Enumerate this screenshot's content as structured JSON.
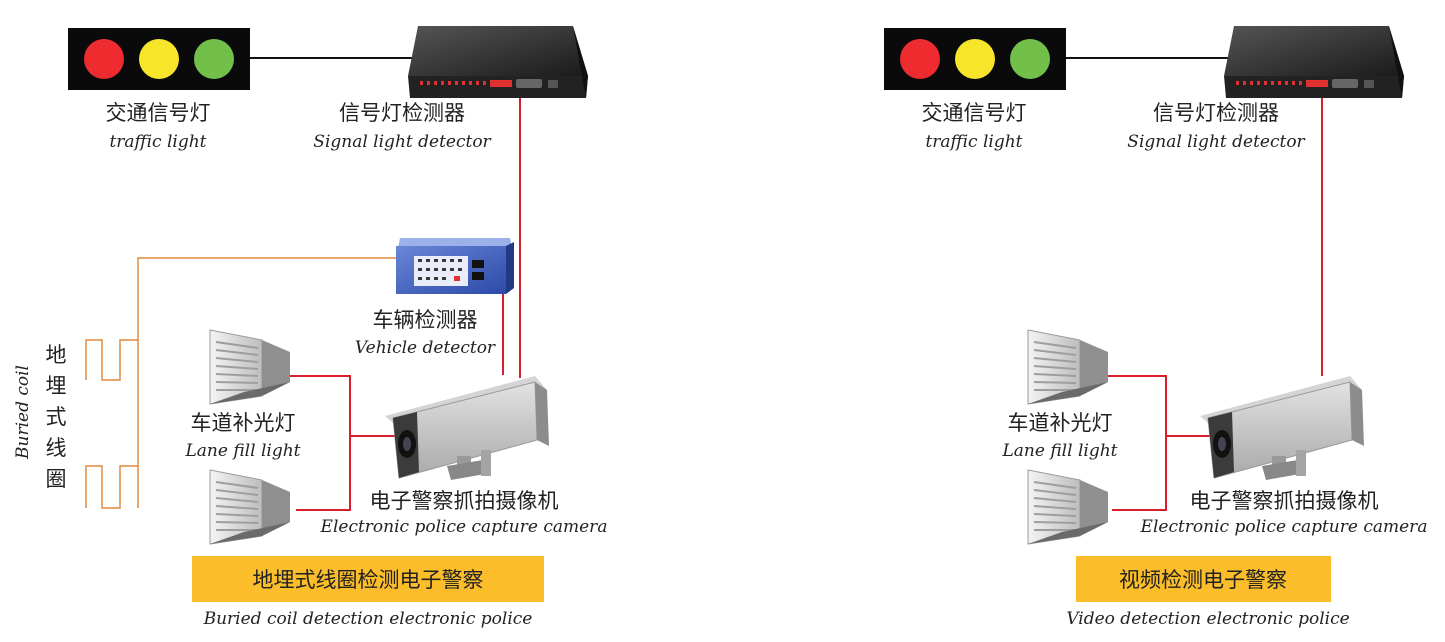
{
  "left": {
    "traffic_light": {
      "zh": "交通信号灯",
      "en": "traffic light"
    },
    "signal_detector": {
      "zh": "信号灯检测器",
      "en": "Signal light detector"
    },
    "vehicle_detector": {
      "zh": "车辆检测器",
      "en": "Vehicle detector"
    },
    "buried_coil": {
      "zh": [
        "地",
        "埋",
        "式",
        "线",
        "圈"
      ],
      "en": "Buried coil"
    },
    "lane_fill_light": {
      "zh": "车道补光灯",
      "en": "Lane fill light"
    },
    "camera": {
      "zh": "电子警察抓拍摄像机",
      "en": "Electronic police capture camera"
    },
    "banner": {
      "zh": "地埋式线圈检测电子警察",
      "en": "Buried coil detection electronic police"
    }
  },
  "right": {
    "traffic_light": {
      "zh": "交通信号灯",
      "en": "traffic light"
    },
    "signal_detector": {
      "zh": "信号灯检测器",
      "en": "Signal light detector"
    },
    "lane_fill_light": {
      "zh": "车道补光灯",
      "en": "Lane fill light"
    },
    "camera": {
      "zh": "电子警察抓拍摄像机",
      "en": "Electronic police capture camera"
    },
    "banner": {
      "zh": "视频检测电子警察",
      "en": "Video detection electronic police"
    }
  },
  "colors": {
    "red_lamp": "#ee2b2e",
    "yellow_lamp": "#f7e52a",
    "green_lamp": "#72c04a",
    "red_wire": "#d81e2a",
    "orange_wire": "#e08a3c",
    "banner_fill": "#fbbd2a"
  }
}
